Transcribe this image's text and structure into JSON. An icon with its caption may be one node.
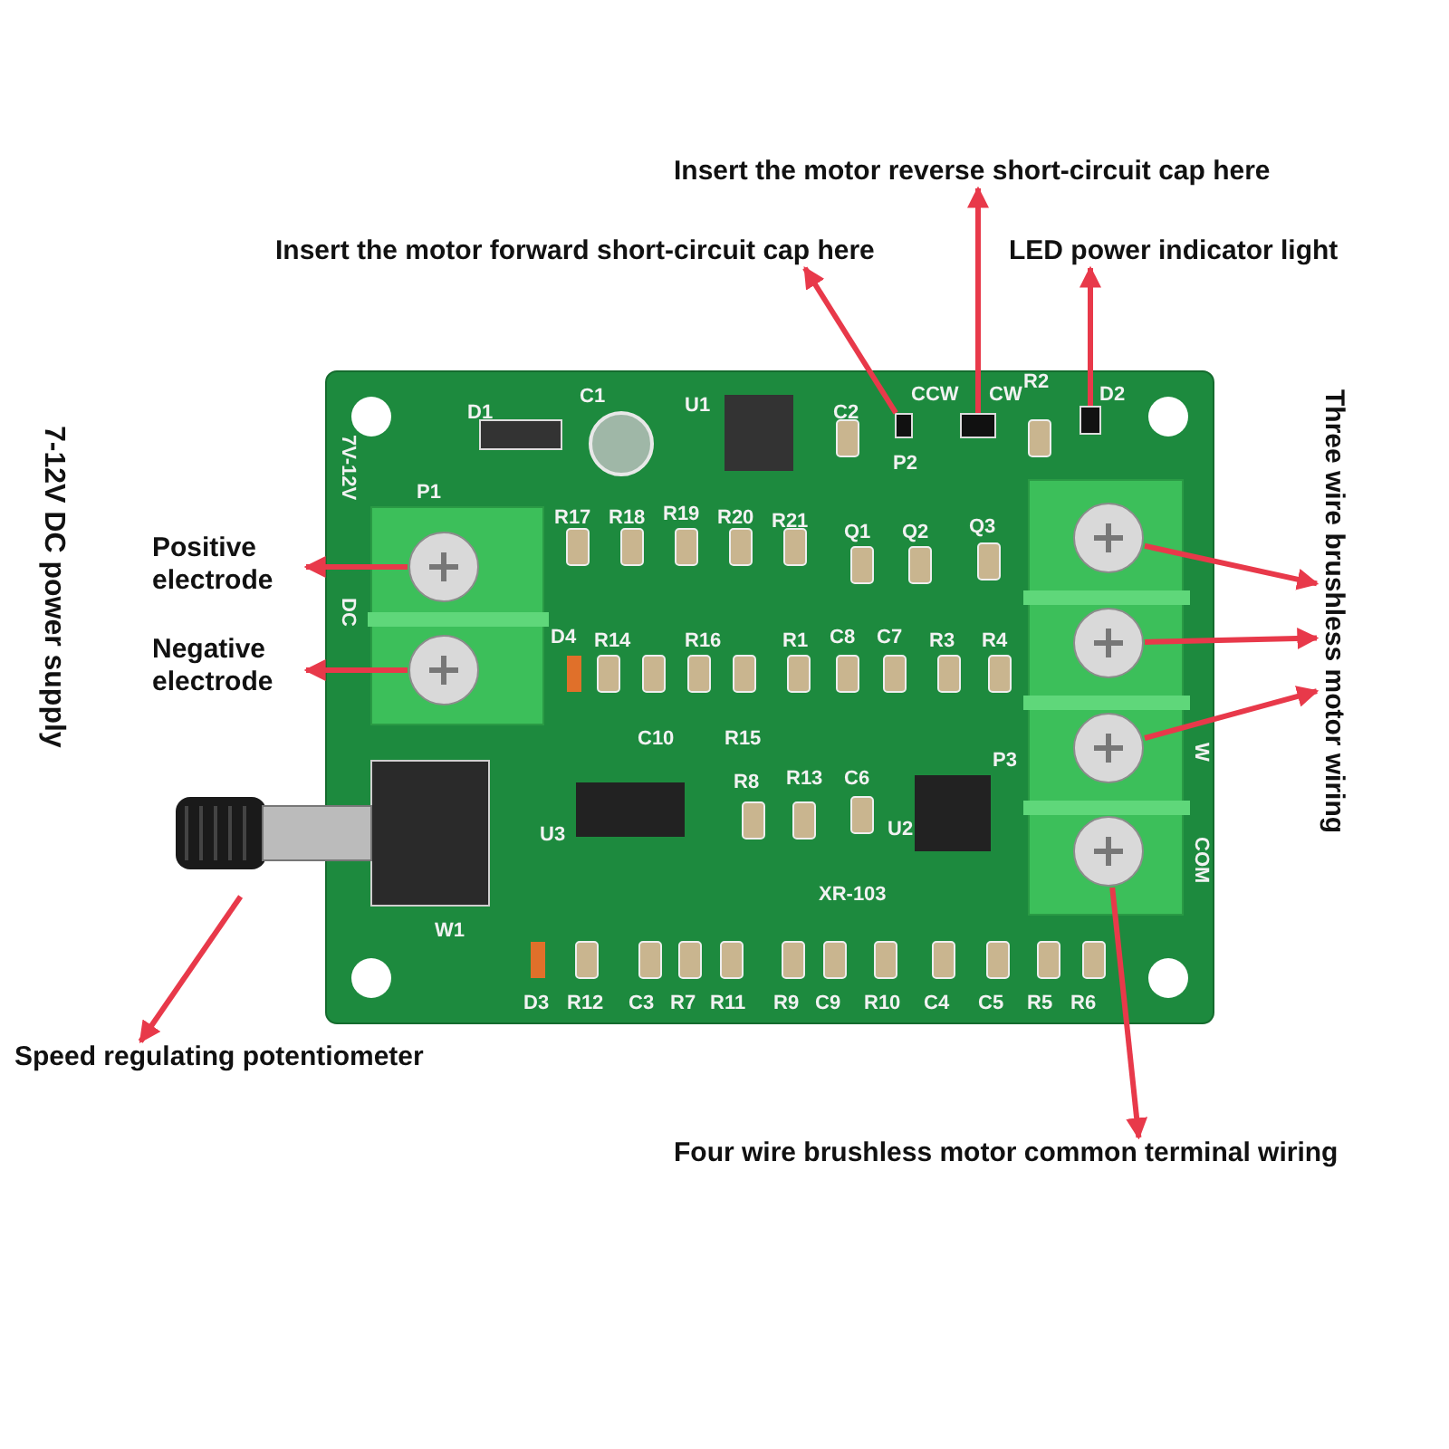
{
  "diagram": {
    "nodes": [
      {
        "text": [
          "Insert the motor reverse short-circuit cap here"
        ]
      },
      {
        "text": [
          "Insert the motor forward short-circuit cap here"
        ]
      },
      {
        "text": [
          "LED power indicator light"
        ]
      },
      {
        "text": [
          "Positive electrode"
        ]
      },
      {
        "text": [
          "Negative electrode"
        ]
      },
      {
        "text": [
          "Three wire brushless motor wiring"
        ]
      },
      {
        "text": [
          "Speed regulating potentiometer"
        ]
      },
      {
        "text": [
          "Four wire brushless motor common terminal wiring"
        ]
      },
      {
        "text": [],
        "shape": "box"
      },
      {
        "text": [],
        "shape": "box"
      },
      {
        "text": [],
        "shape": "box"
      },
      {
        "text": [],
        "shape": "circle"
      },
      {
        "text": [],
        "shape": "circle"
      },
      {
        "text": [],
        "shape": "circle"
      },
      {
        "text": [],
        "shape": "circle"
      },
      {
        "text": [],
        "shape": "circle"
      },
      {
        "text": [],
        "shape": "circle"
      },
      {
        "text": [],
        "shape": "picture"
      }
    ],
    "edges": [
      {
        "from": 9,
        "to": 0,
        "arrow": "to"
      },
      {
        "from": 8,
        "to": 1,
        "arrow": "to"
      },
      {
        "from": 10,
        "to": 2,
        "arrow": "to"
      },
      {
        "from": 11,
        "to": 3,
        "arrow": "to"
      },
      {
        "from": 12,
        "to": 4,
        "arrow": "to"
      },
      {
        "from": 13,
        "to": 5,
        "arrow": "to"
      },
      {
        "from": 14,
        "to": 5,
        "arrow": "to"
      },
      {
        "from": 15,
        "to": 5,
        "arrow": "to"
      },
      {
        "from": 17,
        "to": 6,
        "arrow": "to"
      },
      {
        "from": 16,
        "to": 7,
        "arrow": "to"
      }
    ],
    "labels": [
      "7-12V DC power supply",
      "D1",
      "C1",
      "U1",
      "CCW",
      "CW",
      "R2",
      "D2",
      "C2",
      "P1",
      "7V-12V",
      "P2",
      "R17",
      "R18",
      "R19",
      "R20",
      "R21",
      "Q1",
      "Q2",
      "Q3",
      "DC",
      "D4",
      "R14",
      "R16",
      "R1",
      "C8",
      "C7",
      "R3",
      "R4",
      "C10",
      "R15",
      "P3",
      "R8",
      "R13",
      "C6",
      "U3",
      "U2",
      "W",
      "COM",
      "XR-103",
      "W1",
      "D3",
      "R12",
      "C3",
      "R7",
      "R11",
      "R9",
      "C9",
      "R10",
      "C4",
      "C5",
      "R5",
      "R6"
    ]
  }
}
